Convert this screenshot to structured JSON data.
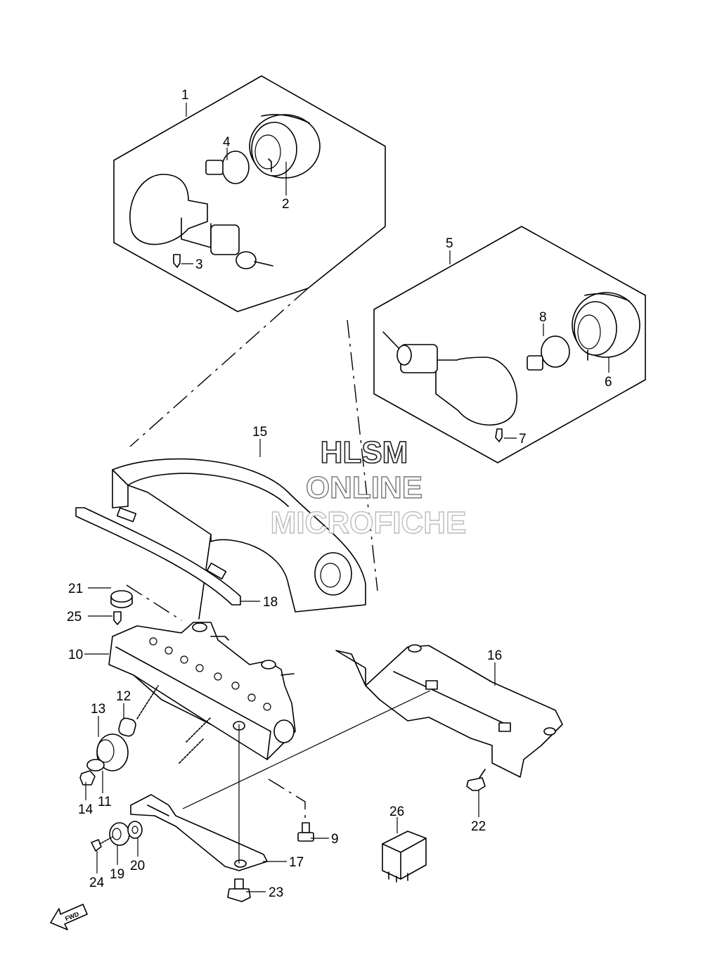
{
  "watermark": {
    "line1": "HLSM",
    "line2": "ONLINE",
    "line3": "MICROFICHE"
  },
  "fwd_label": "FWD",
  "callouts": [
    "1",
    "2",
    "3",
    "4",
    "5",
    "6",
    "7",
    "8",
    "9",
    "10",
    "11",
    "12",
    "13",
    "14",
    "15",
    "16",
    "17",
    "18",
    "19",
    "20",
    "21",
    "22",
    "23",
    "24",
    "25",
    "26"
  ]
}
